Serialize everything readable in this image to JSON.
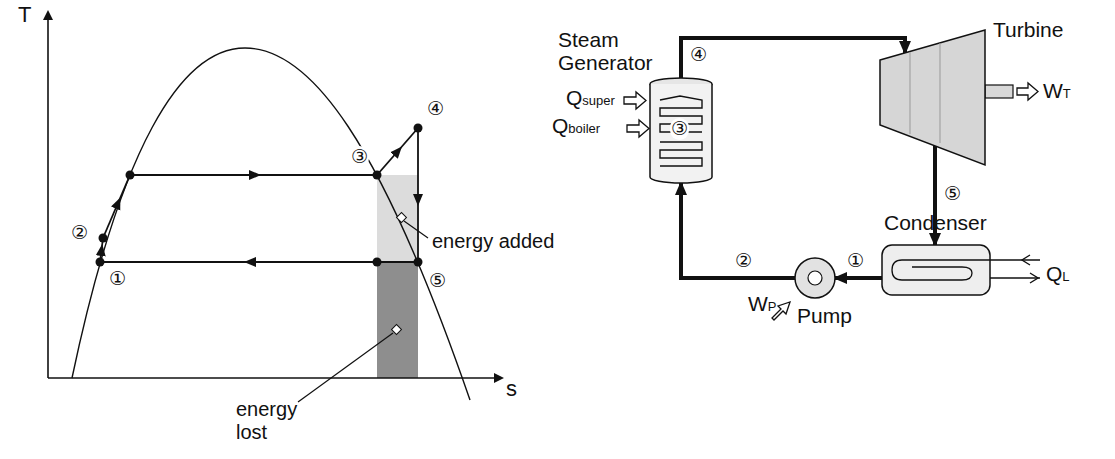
{
  "diagram": {
    "nodes": [
      {
        "text": [
          "Steam Generator"
        ]
      },
      {
        "text": [
          "Turbine"
        ]
      },
      {
        "text": [
          "Condenser"
        ]
      },
      {
        "text": [
          "Pump"
        ]
      }
    ],
    "edges": [
      {
        "from": 0,
        "to": 1,
        "arrow": "to"
      },
      {
        "from": 1,
        "to": 2,
        "arrow": "to"
      },
      {
        "from": 2,
        "to": 3,
        "arrow": "to"
      },
      {
        "from": 3,
        "to": 0,
        "arrow": "to"
      }
    ],
    "labels": [
      "T",
      "s",
      "①",
      "②",
      "③",
      "④",
      "⑤",
      "energy added",
      "energy lost",
      "④",
      "⑤",
      "①",
      "②",
      "③",
      "WT",
      "WP",
      "Qsuper",
      "Qboiler",
      "QL"
    ]
  }
}
